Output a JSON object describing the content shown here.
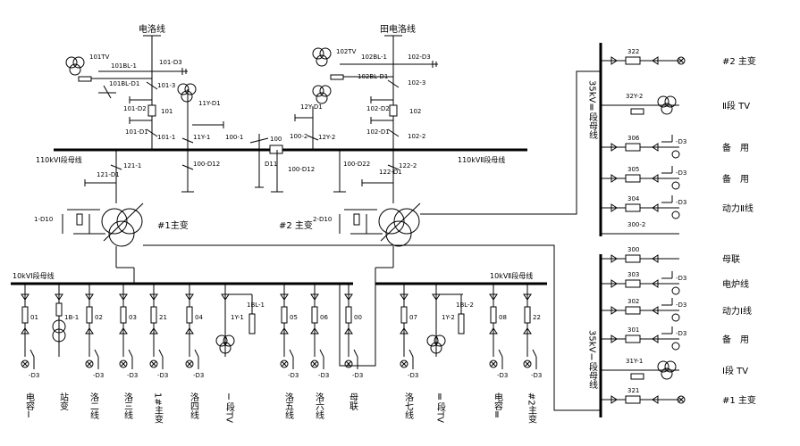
{
  "top": {
    "line_left": "电洛线",
    "line_right": "田电洛线",
    "bus110_left": "110kVⅠ段母线",
    "bus110_right": "110kVⅡ段母线",
    "left_switches": [
      "101TV",
      "101BL-1",
      "101-D3",
      "101BL-D1",
      "101-3",
      "101-D2",
      "101",
      "101-D1",
      "101-1",
      "11Y-D1",
      "11Y-1",
      "100-1",
      "100"
    ],
    "right_switches": [
      "102TV",
      "102BL-1",
      "102-D3",
      "102BL-D1",
      "102-3",
      "12Y-D1",
      "102-D2",
      "102",
      "100-2",
      "12Y-2",
      "102-D1",
      "102-2"
    ],
    "bus_tie_lower": [
      "100-D12",
      "D11",
      "100-D12",
      "100-D22"
    ],
    "tr1_labels": [
      "121-1",
      "121-D1",
      "1-D10"
    ],
    "tr1_name": "#1主变",
    "tr2_labels": [
      "122-D1",
      "122-2",
      "2-D10"
    ],
    "tr2_name": "#2 主变"
  },
  "bus10": {
    "left": "10kVⅠ段母线",
    "right": "10kVⅡ段母线",
    "feeders": [
      {
        "code": "01",
        "name": "电容Ⅰ"
      },
      {
        "code": "1B-1",
        "name": "站变"
      },
      {
        "code": "02",
        "name": "洛二线"
      },
      {
        "code": "03",
        "name": "洛三线"
      },
      {
        "code": "21",
        "name": "1#主变"
      },
      {
        "code": "04",
        "name": "洛四线"
      },
      {
        "code": "1Y-1",
        "name": "Ⅰ段TV"
      },
      {
        "code": "1BL-1",
        "name": ""
      },
      {
        "code": "05",
        "name": "洛五线"
      },
      {
        "code": "06",
        "name": "洛六线"
      },
      {
        "code": "00",
        "name": "母联"
      },
      {
        "code": "07",
        "name": "洛七线"
      },
      {
        "code": "1Y-2",
        "name": "Ⅱ段TV"
      },
      {
        "code": "1BL-2",
        "name": ""
      },
      {
        "code": "08",
        "name": "电容Ⅱ"
      },
      {
        "code": "22",
        "name": "#2主变"
      }
    ],
    "d3": "-D3"
  },
  "bus35": {
    "upper_label": "35kVⅡ段母线",
    "lower_label": "35kVⅠ段母线",
    "rows": [
      {
        "code": "322",
        "name": "#2 主变"
      },
      {
        "code": "32Y-2",
        "name": "Ⅱ段 TV"
      },
      {
        "code": "306",
        "name": "备　用"
      },
      {
        "code": "305",
        "name": "备　用"
      },
      {
        "code": "304",
        "name": "动力Ⅱ线"
      },
      {
        "code": "300-2",
        "name": ""
      },
      {
        "code": "300",
        "name": "母联"
      },
      {
        "code": "303",
        "name": "电炉线"
      },
      {
        "code": "302",
        "name": "动力Ⅰ线"
      },
      {
        "code": "301",
        "name": "备　用"
      },
      {
        "code": "31Y-1",
        "name": "Ⅰ段 TV"
      },
      {
        "code": "321",
        "name": "#1 主变"
      }
    ],
    "d3": "-D3"
  }
}
